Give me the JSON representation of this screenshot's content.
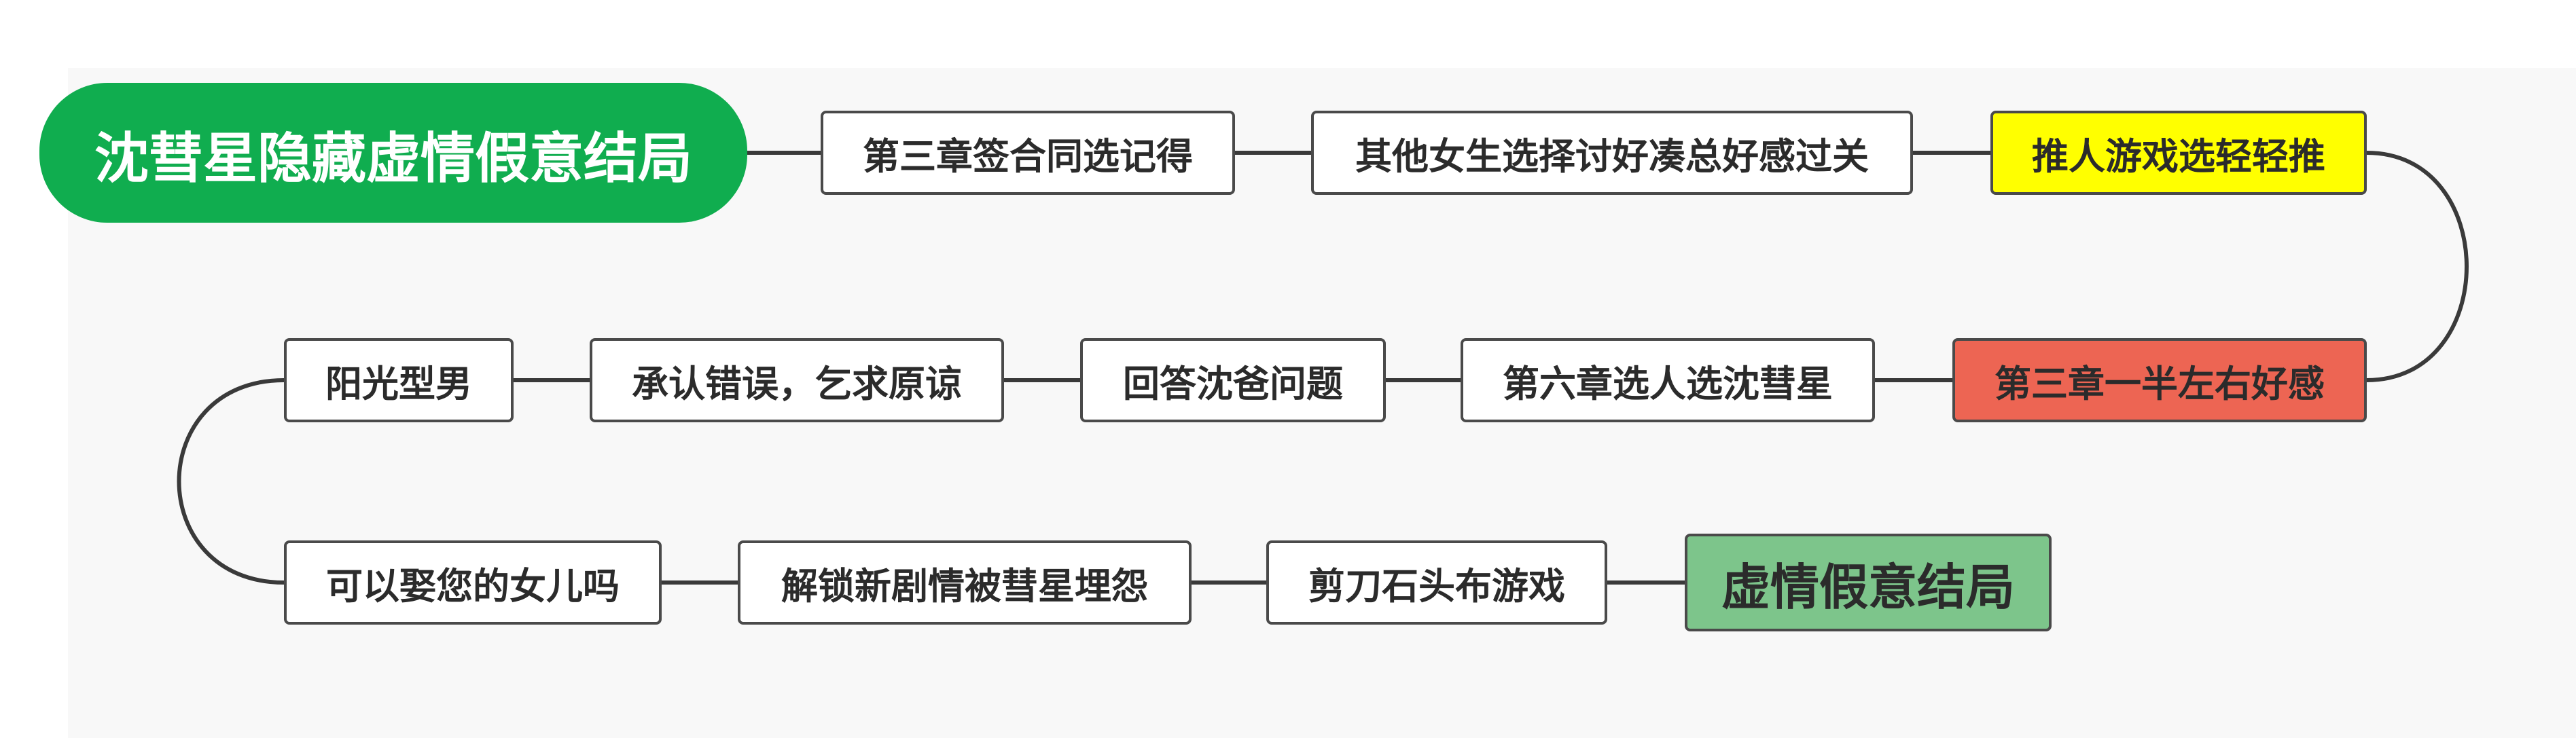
{
  "mindmap": {
    "root": "沈彗星隐藏虚情假意结局",
    "steps": [
      "第三章签合同选记得",
      "其他女生选择讨好凑总好感过关",
      "推人游戏选轻轻推",
      "第三章一半左右好感",
      "第六章选人选沈彗星",
      "回答沈爸问题",
      "承认错误，乞求原谅",
      "阳光型男",
      "可以娶您的女儿吗",
      "解锁新剧情被彗星埋怨",
      "剪刀石头布游戏"
    ],
    "ending": "虚情假意结局"
  },
  "colors": {
    "root": "#10ad4f",
    "highlight_yellow": "#ffff00",
    "highlight_red": "#ed6553",
    "ending": "#7dc58b",
    "connector": "#3a3a3a"
  }
}
